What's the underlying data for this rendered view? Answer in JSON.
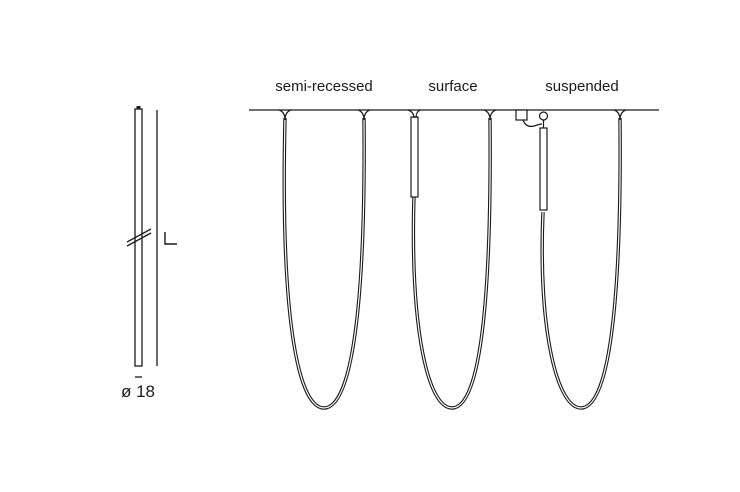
{
  "labels": {
    "semi_recessed": "semi-recessed",
    "surface": "surface",
    "suspended": "suspended",
    "length": "L",
    "diameter": "ø 18"
  },
  "colors": {
    "line": "#1a1a1a",
    "background": "#ffffff"
  }
}
